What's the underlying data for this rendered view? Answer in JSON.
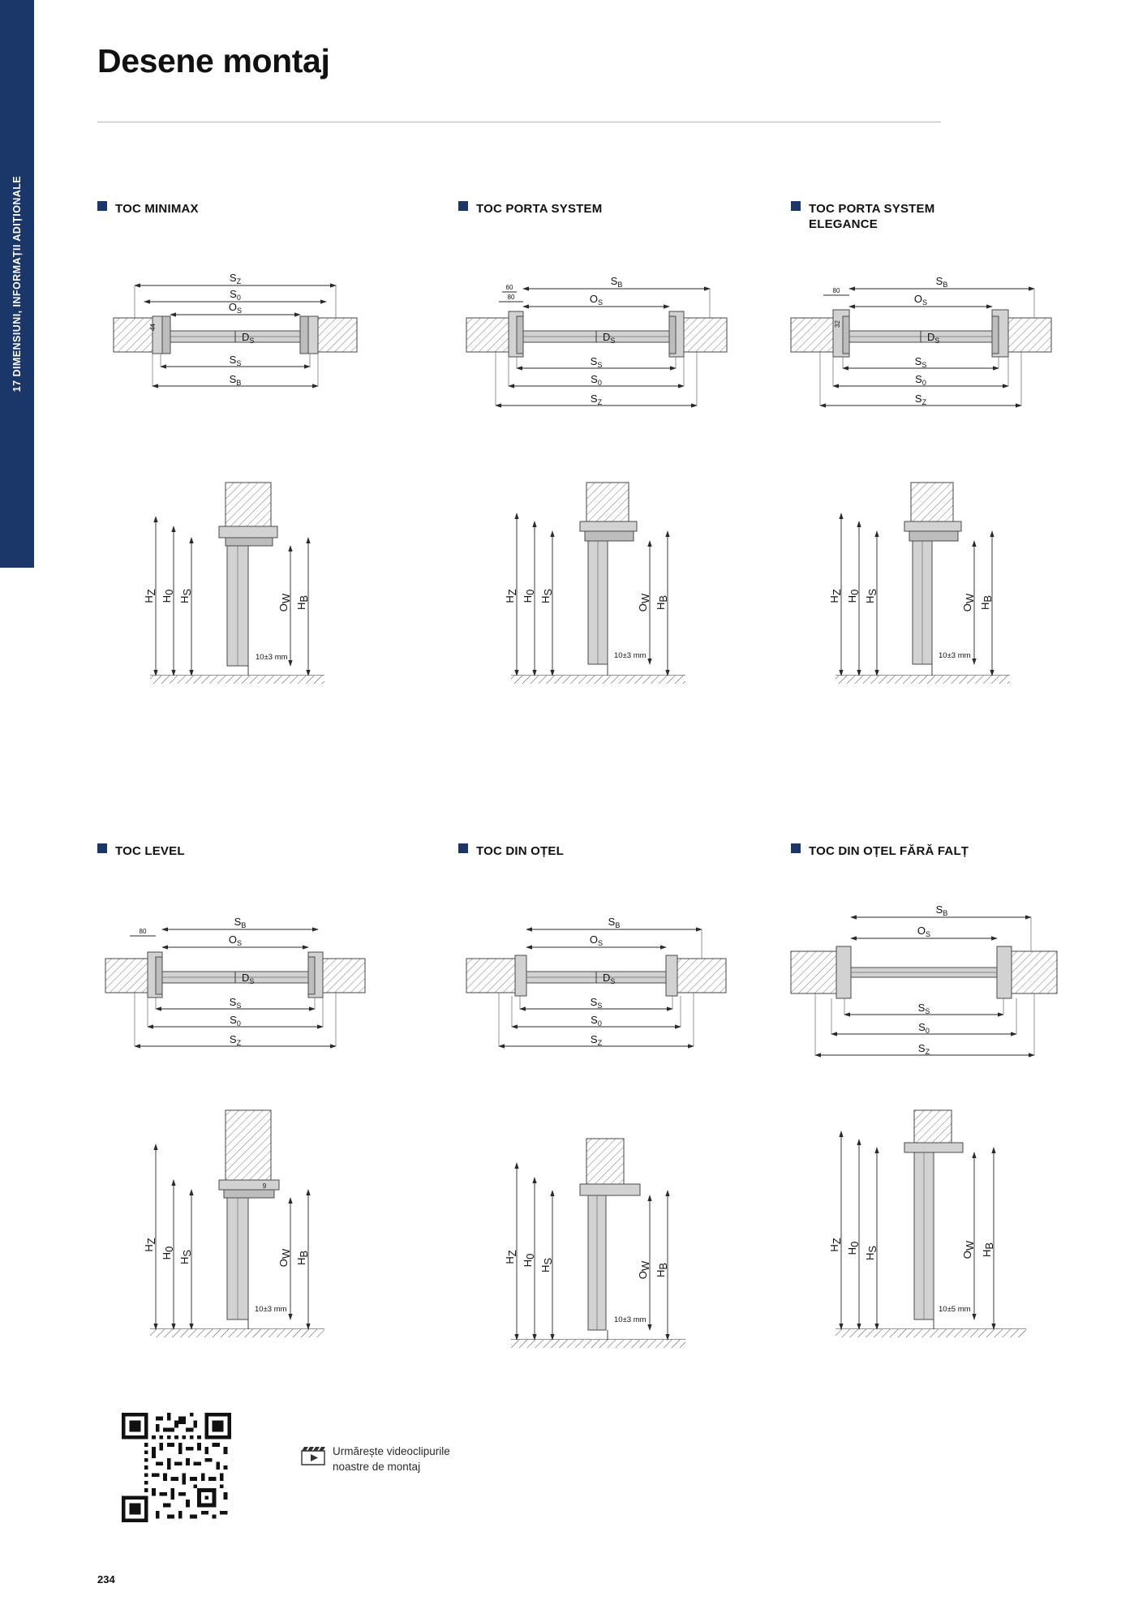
{
  "sidebar": {
    "tab_text": "17  DIMENSIUNI, INFORMAȚII ADIȚIONALE",
    "color": "#1b3668"
  },
  "page": {
    "title": "Desene montaj",
    "number": "234"
  },
  "sections": [
    {
      "id": "toc-minimax",
      "label": "TOC MINIMAX"
    },
    {
      "id": "toc-porta-system",
      "label": "TOC  PORTA SYSTEM"
    },
    {
      "id": "toc-porta-system-elegance",
      "label": "TOC PORTA SYSTEM\nELEGANCE",
      "line1": "TOC PORTA SYSTEM",
      "line2": "ELEGANCE"
    },
    {
      "id": "toc-level",
      "label": "TOC  LEVEL"
    },
    {
      "id": "toc-din-otel",
      "label": "TOC DIN OȚEL"
    },
    {
      "id": "toc-din-otel-fara-falt",
      "label": "TOC DIN OȚEL FĂRĂ FALȚ"
    }
  ],
  "dimension_symbols": {
    "sz": "S",
    "sz_sub": "Z",
    "so": "S",
    "so_sub": "0",
    "os": "O",
    "os_sub": "S",
    "ds": "D",
    "ds_sub": "S",
    "ss": "S",
    "ss_sub": "S",
    "sb": "S",
    "sb_sub": "B",
    "hz": "H",
    "hz_sub": "Z",
    "h0": "H",
    "h0_sub": "0",
    "hs": "H",
    "hs_sub": "S",
    "ow": "O",
    "ow_sub": "W",
    "hb": "H",
    "hb_sub": "B"
  },
  "figures": {
    "minimax": {
      "plan_labels": [
        "S Z",
        "S 0",
        "O S",
        "D S",
        "S S",
        "S B"
      ],
      "wall_note": "44",
      "elev_labels": [
        "H Z",
        "H 0",
        "H S",
        "O W",
        "H B"
      ],
      "gap_note": "10±3 mm"
    },
    "porta_system": {
      "notes": [
        "60",
        "80"
      ],
      "gap_note": "10±3 mm"
    },
    "porta_system_elegance": {
      "notes": [
        "80",
        "32"
      ],
      "gap_note": "10±3 mm"
    },
    "level": {
      "notes": [
        "80",
        "9"
      ],
      "gap_note": "10±3 mm"
    },
    "din_otel": {
      "gap_note": "10±3 mm"
    },
    "din_otel_fara_falt": {
      "gap_note": "10±5 mm"
    }
  },
  "footer": {
    "video_caption_line1": "Urmărește videoclipurile",
    "video_caption_line2": "noastre de montaj",
    "qr_alt": "qr-code"
  }
}
